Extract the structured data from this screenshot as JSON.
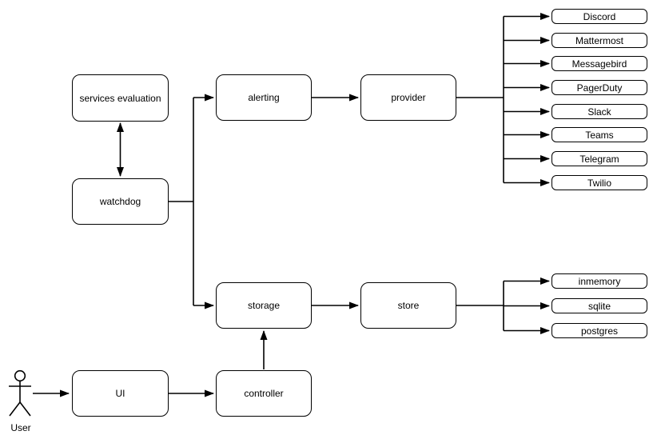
{
  "diagram": {
    "nodes": {
      "services_evaluation": {
        "label": "services evaluation"
      },
      "watchdog": {
        "label": "watchdog"
      },
      "alerting": {
        "label": "alerting"
      },
      "provider": {
        "label": "provider"
      },
      "storage": {
        "label": "storage"
      },
      "store": {
        "label": "store"
      },
      "ui": {
        "label": "UI"
      },
      "controller": {
        "label": "controller"
      }
    },
    "provider_targets": [
      "Discord",
      "Mattermost",
      "Messagebird",
      "PagerDuty",
      "Slack",
      "Teams",
      "Telegram",
      "Twilio"
    ],
    "store_targets": [
      "inmemory",
      "sqlite",
      "postgres"
    ],
    "actor": {
      "label": "User"
    },
    "colors": {
      "stroke": "#000000",
      "node_fill": "#ffffff",
      "text": "#000000"
    }
  }
}
